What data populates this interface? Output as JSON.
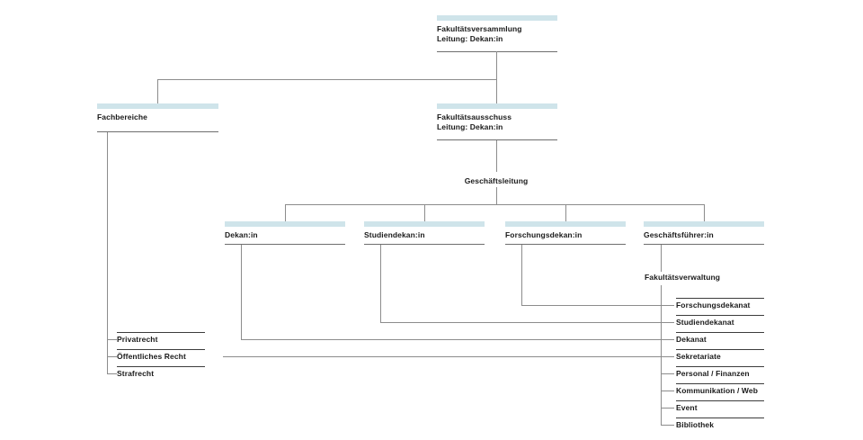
{
  "colors": {
    "accent_bar": "#cfe4ea",
    "connector": "#8c8c8c",
    "list_rule": "#3c3c3c",
    "box_rule": "#6e6e6e",
    "text": "#1a1a1a"
  },
  "nodes": {
    "fakultaetsversammlung": {
      "title": "Fakultätsversammlung",
      "subtitle": "Leitung: Dekan:in"
    },
    "fachbereiche": {
      "title": "Fachbereiche"
    },
    "fakultaetsausschuss": {
      "title": "Fakultätsausschuss",
      "subtitle": "Leitung: Dekan:in"
    },
    "dekan": {
      "title": "Dekan:in"
    },
    "studiendekan": {
      "title": "Studiendekan:in"
    },
    "forschungsdekan": {
      "title": "Forschungsdekan:in"
    },
    "geschaeftsfuehrer": {
      "title": "Geschäftsführer:in"
    }
  },
  "labels": {
    "geschaeftsleitung": "Geschäftsleitung",
    "fakultaetsverwaltung": "Fakultätsverwaltung"
  },
  "fachbereiche_list": {
    "items": [
      "Privatrecht",
      "Öffentliches Recht",
      "Strafrecht"
    ]
  },
  "verwaltung_list": {
    "items": [
      "Forschungsdekanat",
      "Studiendekanat",
      "Dekanat",
      "Sekretariate",
      "Personal / Finanzen",
      "Kommunikation / Web",
      "Event",
      "Bibliothek"
    ]
  }
}
